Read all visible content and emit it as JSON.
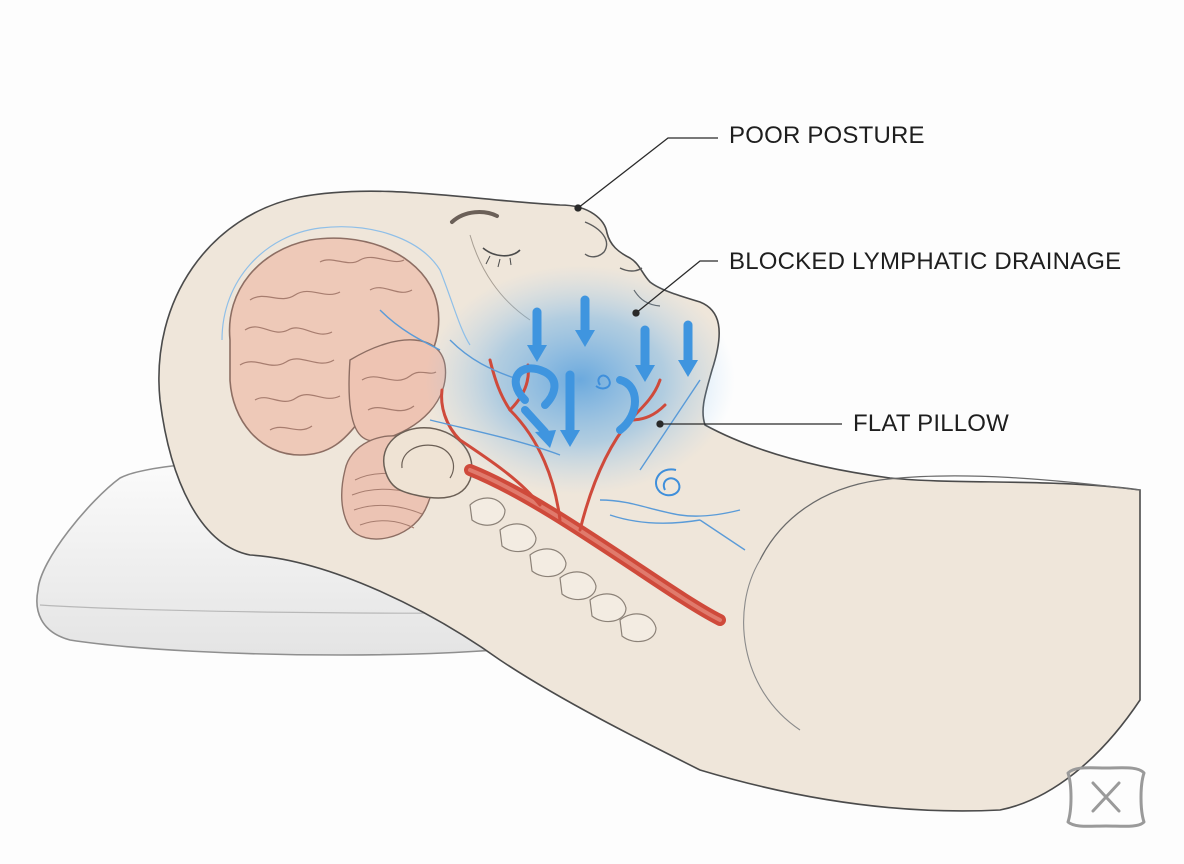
{
  "labels": {
    "poor_posture": "POOR POSTURE",
    "blocked_lymphatic_drainage": "BLOCKED LYMPHATIC DRAINAGE",
    "flat_pillow": "FLAT PILLOW"
  },
  "icons": {
    "corner_icon": "flat-pillow-x-icon"
  },
  "colors": {
    "skin": "#efe6da",
    "brain": "#eec9b8",
    "artery": "#cf4a3b",
    "vein": "#5a9bd8",
    "lymph_blue": "#3f95df",
    "pillow": "#f2f2f2",
    "leader_line": "#2a2a2a"
  }
}
